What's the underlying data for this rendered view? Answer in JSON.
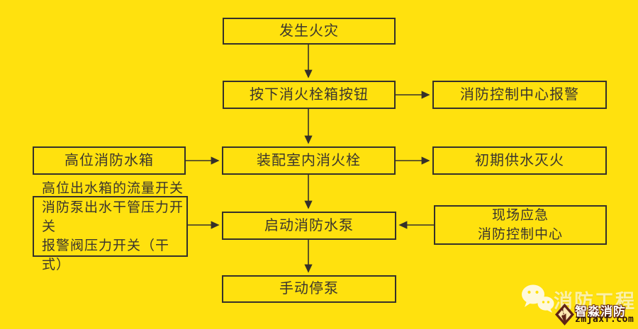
{
  "page": {
    "background_color": "#FFE10E",
    "line_color": "#35302A"
  },
  "flowchart": {
    "nodes": {
      "fire": "发生火灾",
      "press_hydrant_button": "按下消火栓箱按钮",
      "control_center_alarm": "消防控制中心报警",
      "high_level_tank": "高位消防水箱",
      "indoor_hydrant": "装配室内消火栓",
      "initial_water_supply": "初期供水灭火",
      "switch_lines": [
        "高位出水箱的流量开关",
        "消防泵出水干管压力开关",
        "报警阀压力开关（干式）"
      ],
      "start_fire_pump": "启动消防水泵",
      "emergency_lines": [
        "现场应急",
        "消防控制中心"
      ],
      "manual_stop_pump": "手动停泵"
    }
  },
  "watermark": {
    "faded_text": "消防工程",
    "brand_name": "智淼消防",
    "website": "zmjaxf.com"
  }
}
